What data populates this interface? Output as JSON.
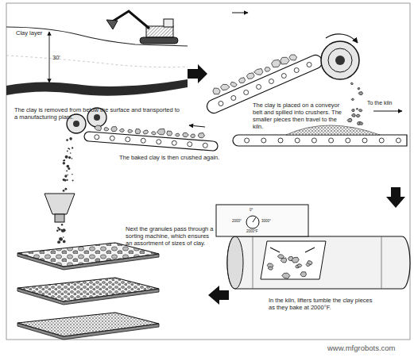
{
  "diagram": {
    "labels": [
      "Clay layer",
      "30'",
      "The clay is removed from below the surface and transported to a manufacturing plant.",
      "The clay is placed on a conveyor belt and spilled into crushers. The smaller pieces then travel to the kiln.",
      "To the kiln",
      "0°",
      "2000°",
      "3000°",
      "2000°F",
      "In the kiln, lifters tumble the clay pieces as they bake at 2000°F.",
      "The baked clay is then crushed again.",
      "Next the granules pass through a sorting machine, which ensures an assortment of sizes of clay.",
      "www.mfgrobots.com"
    ]
  }
}
